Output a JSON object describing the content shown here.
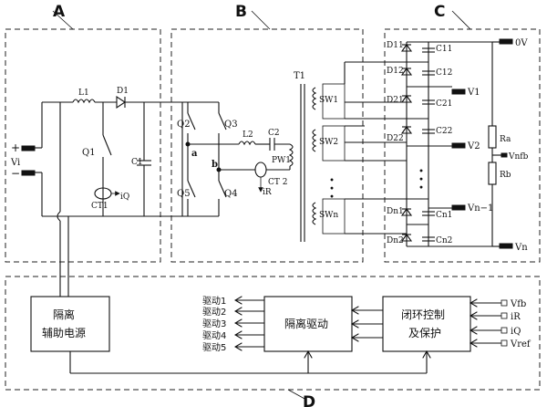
{
  "sections": {
    "A": "A",
    "B": "B",
    "C": "C",
    "D": "D"
  },
  "input": {
    "plus": "+",
    "minus": "−",
    "vi": "Vi"
  },
  "components": {
    "L1": "L1",
    "D1": "D1",
    "Q1": "Q1",
    "C1": "C1",
    "CT1": "CT1",
    "iQ": "iQ",
    "Q2": "Q2",
    "Q3": "Q3",
    "Q4": "Q4",
    "Q5": "Q5",
    "node_a": "a",
    "node_b": "b",
    "L2": "L2",
    "C2": "C2",
    "PW1": "PW1",
    "CT2": "CT 2",
    "iR": "iR",
    "T1": "T1",
    "SW1": "SW1",
    "SW2": "SW2",
    "SWn": "SWn",
    "dots": "•  •  •"
  },
  "output": {
    "D11": "D11",
    "D12": "D12",
    "C11": "C11",
    "C12": "C12",
    "D21": "D21",
    "D22": "D22",
    "C21": "C21",
    "C22": "C22",
    "Dn1": "Dn1",
    "Dn2": "Dn2",
    "Cn1": "Cn1",
    "Cn2": "Cn2",
    "V0": "0V",
    "V1": "V1",
    "V2": "V2",
    "Vn1": "Vn−1",
    "Vn": "Vn",
    "Ra": "Ra",
    "Rb": "Rb",
    "Vnfb": "Vnfb"
  },
  "control": {
    "aux_power_l1": "隔离",
    "aux_power_l2": "辅助电源",
    "iso_drive": "隔离驱动",
    "closed_loop_l1": "闭环控制",
    "closed_loop_l2": "及保护",
    "drives": [
      "驱动1",
      "驱动2",
      "驱动3",
      "驱动4",
      "驱动5"
    ],
    "inputs": [
      "Vfb",
      "iR",
      "iQ",
      "Vref"
    ]
  }
}
